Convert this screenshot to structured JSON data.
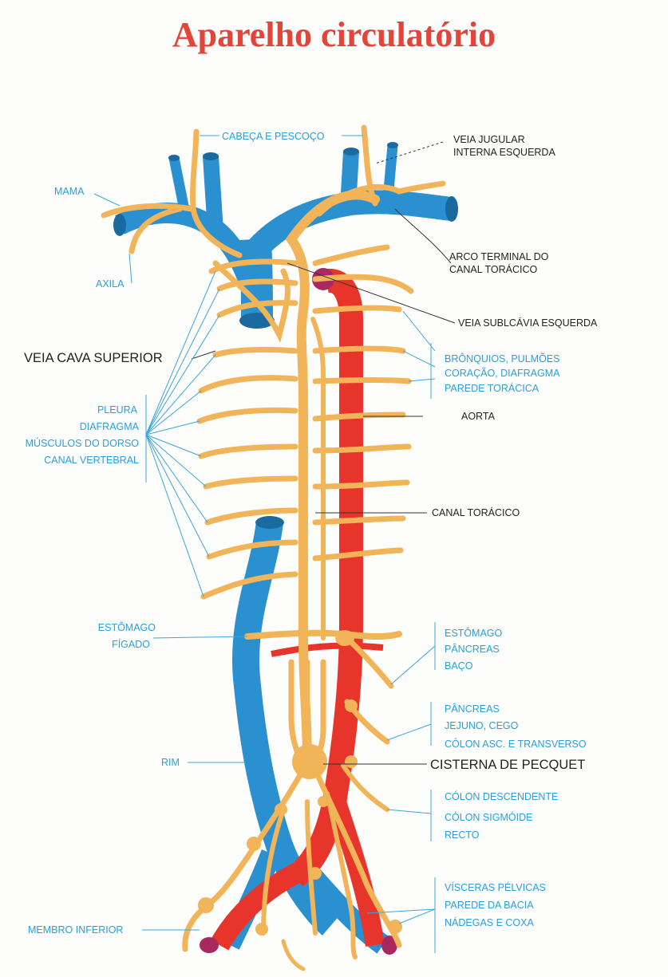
{
  "title": "Aparelho circulatório",
  "labels": {
    "cabeca_pescoco": "CABEÇA E PESCOÇO",
    "veia_jugular_1": "VEIA JUGULAR",
    "veia_jugular_2": "INTERNA ESQUERDA",
    "mama": "MAMA",
    "axila": "AXILA",
    "arco_1": "ARCO TERMINAL DO",
    "arco_2": "CANAL TORÁCICO",
    "veia_subclavia": "VEIA SUBLCÁVIA ESQUERDA",
    "veia_cava": "VEIA CAVA SUPERIOR",
    "bronquios_1": "BRÔNQUIOS, PULMÕES",
    "bronquios_2": "CORAÇÃO, DIAFRAGMA",
    "bronquios_3": "PAREDE TORÁCICA",
    "pleura": "PLEURA",
    "diafragma": "DIAFRAGMA",
    "musculos": "MÚSCULOS DO DORSO",
    "canal_vertebral": "CANAL VERTEBRAL",
    "aorta": "AORTA",
    "canal_toracico": "CANAL TORÁCICO",
    "estomago_l": "ESTÔMAGO",
    "figado": "FÍGADO",
    "estomago_r": "ESTÔMAGO",
    "pancreas_1": "PÂNCREAS",
    "baco": "BAÇO",
    "pancreas_2": "PÂNCREAS",
    "jejuno": "JEJUNO, CEGO",
    "colon_asc": "CÓLON ASC. E TRANSVERSO",
    "rim": "RIM",
    "cisterna": "CISTERNA DE PECQUET",
    "colon_desc": "CÓLON DESCENDENTE",
    "colon_sig": "CÓLON SIGMÓIDE",
    "recto": "RECTO",
    "visceras": "VÍSCERAS PÉLVICAS",
    "parede_bacia": "PAREDE DA BACIA",
    "nadegas": "NÁDEGAS E COXA",
    "membro": "MEMBRO INFERIOR"
  },
  "colors": {
    "title": "#e2453a",
    "vein": "#2a90cf",
    "artery": "#e8352b",
    "lymphatic": "#f2b458",
    "label_blue": "#2b9fd6",
    "label_dark": "#222222"
  }
}
